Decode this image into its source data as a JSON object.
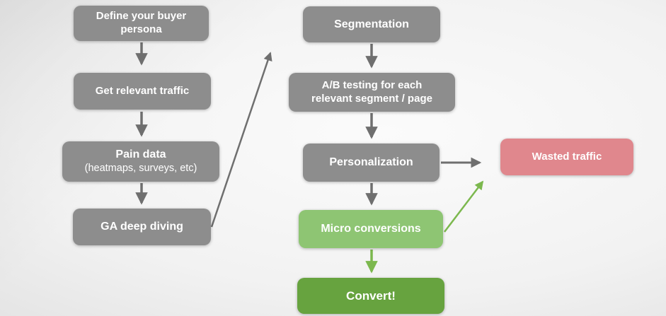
{
  "colors": {
    "gray_box": "#8d8d8d",
    "gray_arrow": "#6f6f6f",
    "green_box": "#8ec573",
    "dark_green_box": "#67a33f",
    "green_arrow": "#7cb84e",
    "pink_box": "#e0878d",
    "box_text": "#ffffff",
    "bg_inner": "#fbfbfb",
    "bg_outer": "#d5d5d5"
  },
  "nodes": {
    "define_persona": {
      "label": "Define your buyer persona"
    },
    "get_traffic": {
      "label": "Get relevant traffic"
    },
    "pain_data": {
      "label": "Pain data",
      "sublabel": "(heatmaps, surveys, etc)"
    },
    "ga_deep_diving": {
      "label": "GA deep diving"
    },
    "segmentation": {
      "label": "Segmentation"
    },
    "ab_testing": {
      "label": "A/B testing for each relevant segment / page"
    },
    "personalization": {
      "label": "Personalization"
    },
    "micro_conversions": {
      "label": "Micro conversions"
    },
    "convert": {
      "label": "Convert!"
    },
    "wasted_traffic": {
      "label": "Wasted traffic"
    }
  },
  "edges": [
    {
      "from": "define_persona",
      "to": "get_traffic",
      "color": "gray"
    },
    {
      "from": "get_traffic",
      "to": "pain_data",
      "color": "gray"
    },
    {
      "from": "pain_data",
      "to": "ga_deep_diving",
      "color": "gray"
    },
    {
      "from": "ga_deep_diving",
      "to": "segmentation",
      "color": "gray"
    },
    {
      "from": "segmentation",
      "to": "ab_testing",
      "color": "gray"
    },
    {
      "from": "ab_testing",
      "to": "personalization",
      "color": "gray"
    },
    {
      "from": "personalization",
      "to": "micro_conversions",
      "color": "gray"
    },
    {
      "from": "personalization",
      "to": "wasted_traffic",
      "color": "gray"
    },
    {
      "from": "micro_conversions",
      "to": "wasted_traffic",
      "color": "green"
    },
    {
      "from": "micro_conversions",
      "to": "convert",
      "color": "green"
    }
  ]
}
